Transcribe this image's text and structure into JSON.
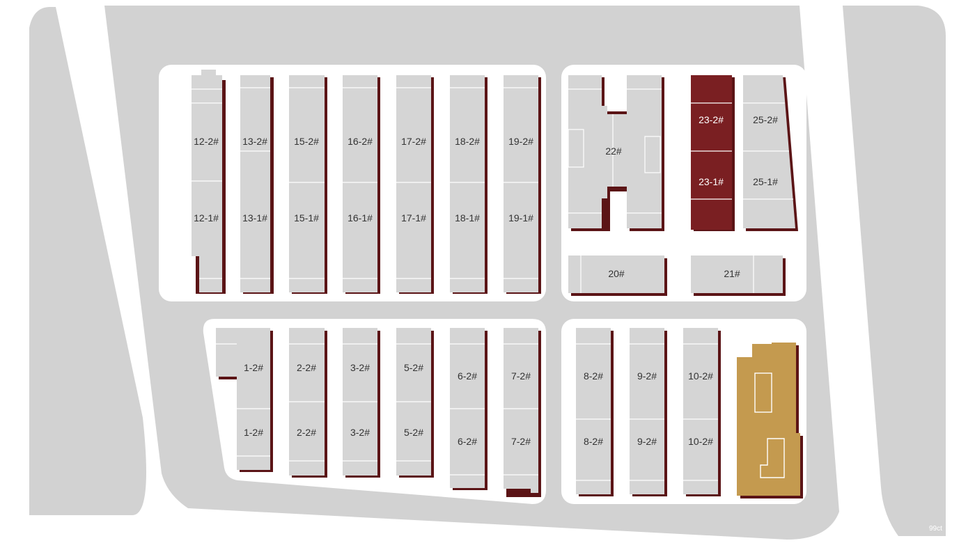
{
  "colors": {
    "ground": "#d2d2d2",
    "block": "#ffffff",
    "building": "#d5d5d5",
    "building_shadow": "#5b1416",
    "highlight": "#7a1f22",
    "amenity": "#c49a4f",
    "label": "#333333",
    "highlight_label": "#ffffff"
  },
  "buildings": {
    "b12_2": "12-2#",
    "b12_1": "12-1#",
    "b13_2": "13-2#",
    "b13_1": "13-1#",
    "b15_2": "15-2#",
    "b15_1": "15-1#",
    "b16_2": "16-2#",
    "b16_1": "16-1#",
    "b17_2": "17-2#",
    "b17_1": "17-1#",
    "b18_2": "18-2#",
    "b18_1": "18-1#",
    "b19_2": "19-2#",
    "b19_1": "19-1#",
    "b22": "22#",
    "b23_2": "23-2#",
    "b23_1": "23-1#",
    "b25_2": "25-2#",
    "b25_1": "25-1#",
    "b20": "20#",
    "b21": "21#",
    "b1_top": "1-2#",
    "b1_bottom": "1-2#",
    "b2_top": "2-2#",
    "b2_bottom": "2-2#",
    "b3_top": "3-2#",
    "b3_bottom": "3-2#",
    "b5_top": "5-2#",
    "b5_bottom": "5-2#",
    "b6_top": "6-2#",
    "b6_bottom": "6-2#",
    "b7_top": "7-2#",
    "b7_bottom": "7-2#",
    "b8_top": "8-2#",
    "b8_bottom": "8-2#",
    "b9_top": "9-2#",
    "b9_bottom": "9-2#",
    "b10_top": "10-2#",
    "b10_bottom": "10-2#"
  },
  "highlighted": [
    "23-2#",
    "23-1#"
  ],
  "watermark": "99ct"
}
